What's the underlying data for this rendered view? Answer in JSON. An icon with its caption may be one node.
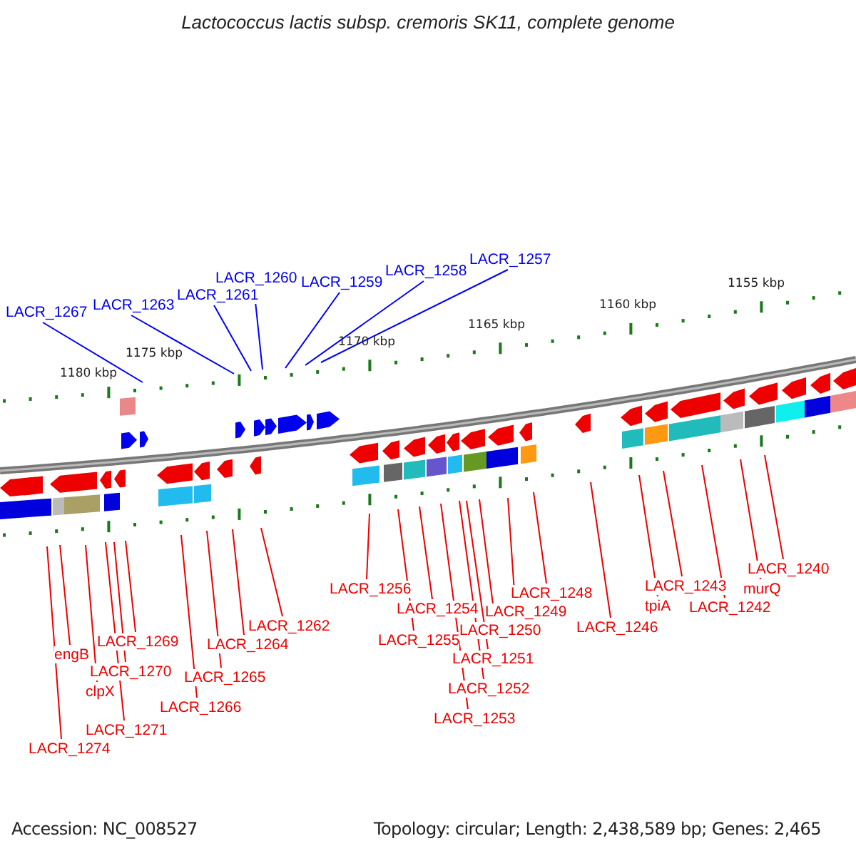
{
  "diagram": {
    "title": "Lactococcus lactis subsp. cremoris SK11, complete genome",
    "nodes": [
      {
        "text": [
          "LACR_1267"
        ]
      },
      {
        "text": [
          "LACR_1263"
        ]
      },
      {
        "text": [
          "LACR_1261"
        ]
      },
      {
        "text": [
          "LACR_1260"
        ]
      },
      {
        "text": [
          "LACR_1259"
        ]
      },
      {
        "text": [
          "LACR_1258"
        ]
      },
      {
        "text": [
          "LACR_1257"
        ]
      },
      {
        "text": [
          "LACR_1274"
        ]
      },
      {
        "text": [
          "engB"
        ]
      },
      {
        "text": [
          "LACR_1269"
        ]
      },
      {
        "text": [
          "LACR_1270"
        ]
      },
      {
        "text": [
          "clpX"
        ]
      },
      {
        "text": [
          "LACR_1271"
        ]
      },
      {
        "text": [
          "LACR_1266"
        ]
      },
      {
        "text": [
          "LACR_1265"
        ]
      },
      {
        "text": [
          "LACR_1264"
        ]
      },
      {
        "text": [
          "LACR_1262"
        ]
      },
      {
        "text": [
          "LACR_1256"
        ]
      },
      {
        "text": [
          "LACR_1255"
        ]
      },
      {
        "text": [
          "LACR_1254"
        ]
      },
      {
        "text": [
          "LACR_1253"
        ]
      },
      {
        "text": [
          "LACR_1252"
        ]
      },
      {
        "text": [
          "LACR_1251"
        ]
      },
      {
        "text": [
          "LACR_1250"
        ]
      },
      {
        "text": [
          "LACR_1249"
        ]
      },
      {
        "text": [
          "LACR_1248"
        ]
      },
      {
        "text": [
          "LACR_1246"
        ]
      },
      {
        "text": [
          "LACR_1243"
        ]
      },
      {
        "text": [
          "tpiA"
        ]
      },
      {
        "text": [
          "LACR_1242"
        ]
      },
      {
        "text": [
          "murQ"
        ]
      },
      {
        "text": [
          "LACR_1240"
        ]
      }
    ],
    "edges": [
      {
        "from": 0,
        "to": null,
        "arrow": "none",
        "color": "#0000ff"
      },
      {
        "from": 1,
        "to": null,
        "arrow": "none",
        "color": "#0000ff"
      },
      {
        "from": 2,
        "to": null,
        "arrow": "none",
        "color": "#0000ff"
      },
      {
        "from": 3,
        "to": null,
        "arrow": "none",
        "color": "#0000ff"
      },
      {
        "from": 4,
        "to": null,
        "arrow": "none",
        "color": "#0000ff"
      },
      {
        "from": 5,
        "to": null,
        "arrow": "none",
        "color": "#0000ff"
      },
      {
        "from": 6,
        "to": null,
        "arrow": "none",
        "color": "#0000ff"
      },
      {
        "from": 7,
        "to": null,
        "arrow": "none"
      },
      {
        "from": 8,
        "to": null,
        "arrow": "none"
      },
      {
        "from": 9,
        "to": null,
        "arrow": "none"
      },
      {
        "from": 10,
        "to": null,
        "arrow": "none"
      },
      {
        "from": 11,
        "to": null,
        "arrow": "none"
      },
      {
        "from": 12,
        "to": null,
        "arrow": "none"
      },
      {
        "from": 13,
        "to": null,
        "arrow": "none"
      },
      {
        "from": 14,
        "to": null,
        "arrow": "none"
      },
      {
        "from": 15,
        "to": null,
        "arrow": "none"
      },
      {
        "from": 16,
        "to": null,
        "arrow": "none"
      },
      {
        "from": 17,
        "to": null,
        "arrow": "none"
      },
      {
        "from": 18,
        "to": null,
        "arrow": "none"
      },
      {
        "from": 19,
        "to": null,
        "arrow": "none"
      },
      {
        "from": 20,
        "to": null,
        "arrow": "none"
      },
      {
        "from": 21,
        "to": null,
        "arrow": "none"
      },
      {
        "from": 22,
        "to": null,
        "arrow": "none"
      },
      {
        "from": 23,
        "to": null,
        "arrow": "none"
      },
      {
        "from": 24,
        "to": null,
        "arrow": "none"
      },
      {
        "from": 25,
        "to": null,
        "arrow": "none"
      },
      {
        "from": 26,
        "to": null,
        "arrow": "none"
      },
      {
        "from": 27,
        "to": null,
        "arrow": "none"
      },
      {
        "from": 28,
        "to": null,
        "arrow": "none"
      },
      {
        "from": 29,
        "to": null,
        "arrow": "none"
      },
      {
        "from": 30,
        "to": null,
        "arrow": "none"
      },
      {
        "from": 31,
        "to": null,
        "arrow": "none"
      }
    ],
    "labels": [
      "1180 kbp",
      "1175 kbp",
      "1170 kbp",
      "1165 kbp",
      "1160 kbp",
      "1155 kbp",
      "Accession: NC_008527",
      "Topology: circular; Length: 2,438,589 bp; Genes: 2,465"
    ]
  }
}
